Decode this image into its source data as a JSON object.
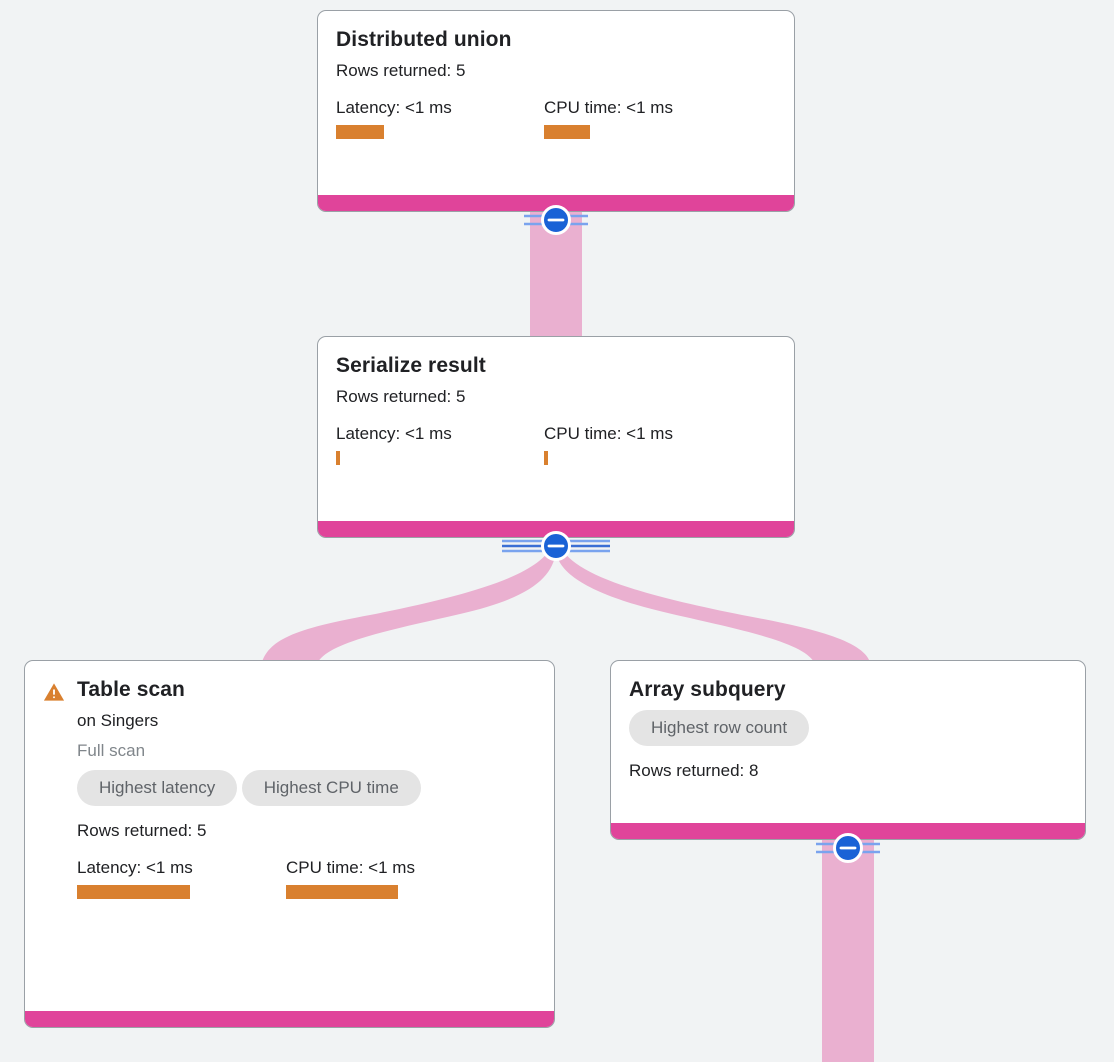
{
  "view": {
    "background_color": "#f1f3f4",
    "accent_color": "#e0449a",
    "edge_color": "#eab0d0",
    "bar_color": "#d9802f",
    "chip_bg_color": "#e4e4e4",
    "chip_text_color": "#5f6368",
    "toggle_color": "#1a62d6"
  },
  "nodes": [
    {
      "id": "distributed-union",
      "title": "Distributed union",
      "rows_returned": "Rows returned: 5",
      "latency_label": "Latency: <1 ms",
      "cpu_label": "CPU time: <1 ms",
      "latency_bar_width": 48,
      "cpu_bar_width": 46,
      "chips": [],
      "warning": false
    },
    {
      "id": "serialize-result",
      "title": "Serialize result",
      "rows_returned": "Rows returned: 5",
      "latency_label": "Latency: <1 ms",
      "cpu_label": "CPU time: <1 ms",
      "latency_bar_width": 4,
      "cpu_bar_width": 4,
      "chips": [],
      "warning": false
    },
    {
      "id": "table-scan",
      "title": "Table scan",
      "target": "on Singers",
      "scan_type": "Full scan",
      "rows_returned": "Rows returned: 5",
      "latency_label": "Latency: <1 ms",
      "cpu_label": "CPU time: <1 ms",
      "latency_bar_width": 113,
      "cpu_bar_width": 112,
      "chips": [
        "Highest latency",
        "Highest CPU time"
      ],
      "warning": true,
      "warning_icon": "warning-triangle-icon"
    },
    {
      "id": "array-subquery",
      "title": "Array subquery",
      "rows_returned": "Rows returned: 8",
      "chips": [
        "Highest row count"
      ],
      "warning": false
    }
  ],
  "toggles": [
    {
      "id": "toggle-distributed-union",
      "icon": "minus-circle-icon",
      "state": "expanded"
    },
    {
      "id": "toggle-serialize-result",
      "icon": "minus-circle-icon",
      "state": "expanded"
    },
    {
      "id": "toggle-array-subquery",
      "icon": "minus-circle-icon",
      "state": "expanded"
    }
  ],
  "edges": [
    {
      "id": "edge-distributed-union-to-serialize-result",
      "from": "distributed-union",
      "to": "serialize-result"
    },
    {
      "id": "edge-serialize-result-to-table-scan",
      "from": "serialize-result",
      "to": "table-scan"
    },
    {
      "id": "edge-serialize-result-to-array-subquery",
      "from": "serialize-result",
      "to": "array-subquery"
    },
    {
      "id": "edge-array-subquery-to-child",
      "from": "array-subquery",
      "to": "offscreen"
    }
  ]
}
